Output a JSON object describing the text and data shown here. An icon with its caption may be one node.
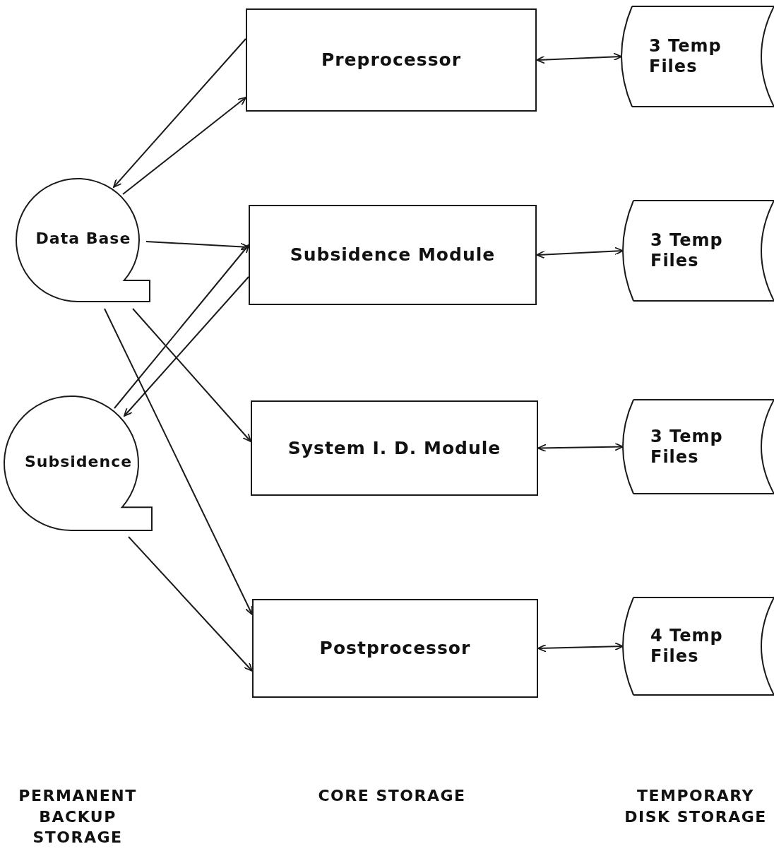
{
  "diagram": {
    "nodes": [
      {
        "text": [
          "Preprocessor"
        ]
      },
      {
        "text": [
          "3 Temp Files"
        ]
      },
      {
        "text": [
          "Data Base"
        ]
      },
      {
        "text": [
          "Subsidence Module"
        ]
      },
      {
        "text": [
          "3 Temp Files"
        ]
      },
      {
        "text": [
          "Subsidence"
        ]
      },
      {
        "text": [
          "System I. D. Module"
        ]
      },
      {
        "text": [
          "3 Temp Files"
        ]
      },
      {
        "text": [
          "Postprocessor"
        ]
      },
      {
        "text": [
          "4 Temp Files"
        ]
      }
    ],
    "edges": [
      {
        "from": 0,
        "to": 2,
        "arrow": "to"
      },
      {
        "from": 2,
        "to": 0,
        "arrow": "to"
      },
      {
        "from": 2,
        "to": 3,
        "arrow": "to"
      },
      {
        "from": 5,
        "to": 3,
        "arrow": "to"
      },
      {
        "from": 3,
        "to": 5,
        "arrow": "to"
      },
      {
        "from": 2,
        "to": 6,
        "arrow": "to"
      },
      {
        "from": 2,
        "to": 8,
        "arrow": "to"
      },
      {
        "from": 5,
        "to": 8,
        "arrow": "to"
      },
      {
        "from": 0,
        "to": 1,
        "arrow": "both"
      },
      {
        "from": 3,
        "to": 4,
        "arrow": "both"
      },
      {
        "from": 6,
        "to": 7,
        "arrow": "both"
      },
      {
        "from": 8,
        "to": 9,
        "arrow": "both"
      }
    ],
    "labels": [
      "PERMANENT BACKUP STORAGE",
      "CORE STORAGE",
      "TEMPORARY DISK STORAGE"
    ]
  }
}
